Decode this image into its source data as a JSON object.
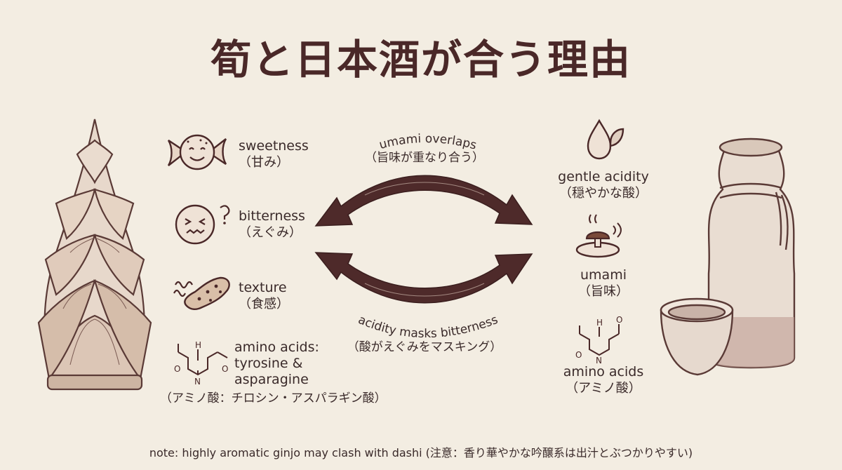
{
  "title": "筍と日本酒が合う理由",
  "bamboo": {
    "sweetness": {
      "en": "sweetness",
      "jp": "（甘み）"
    },
    "bitterness": {
      "en": "bitterness",
      "jp": "（えぐみ）"
    },
    "texture": {
      "en": "texture",
      "jp": "（食感）"
    },
    "amino": {
      "en1": "amino acids:",
      "en2": "tyrosine &",
      "en3": "asparagine",
      "jp": "（アミノ酸：チロシン・アスパラギン酸）"
    }
  },
  "sake": {
    "acidity": {
      "en": "gentle acidity",
      "jp": "（穏やかな酸）"
    },
    "umami": {
      "en": "umami",
      "jp": "（旨味）"
    },
    "amino": {
      "en": "amino acids",
      "jp": "（アミノ酸）"
    }
  },
  "arrows": {
    "top_en": "umami overlaps",
    "top_jp": "（旨味が重なり合う）",
    "bottom_en": "acidity masks bitterness",
    "bottom_jp": "（酸がえぐみをマスキング）"
  },
  "molecule": {
    "h": "H",
    "n": "N",
    "o": "O"
  },
  "note": "note: highly aromatic ginjo may clash with dashi (注意：香り華やかな吟醸系は出汁とぶつかりやすい)",
  "colors": {
    "ink": "#4a2828",
    "background": "#f3ede2",
    "arrow": "#4e2a2a"
  }
}
